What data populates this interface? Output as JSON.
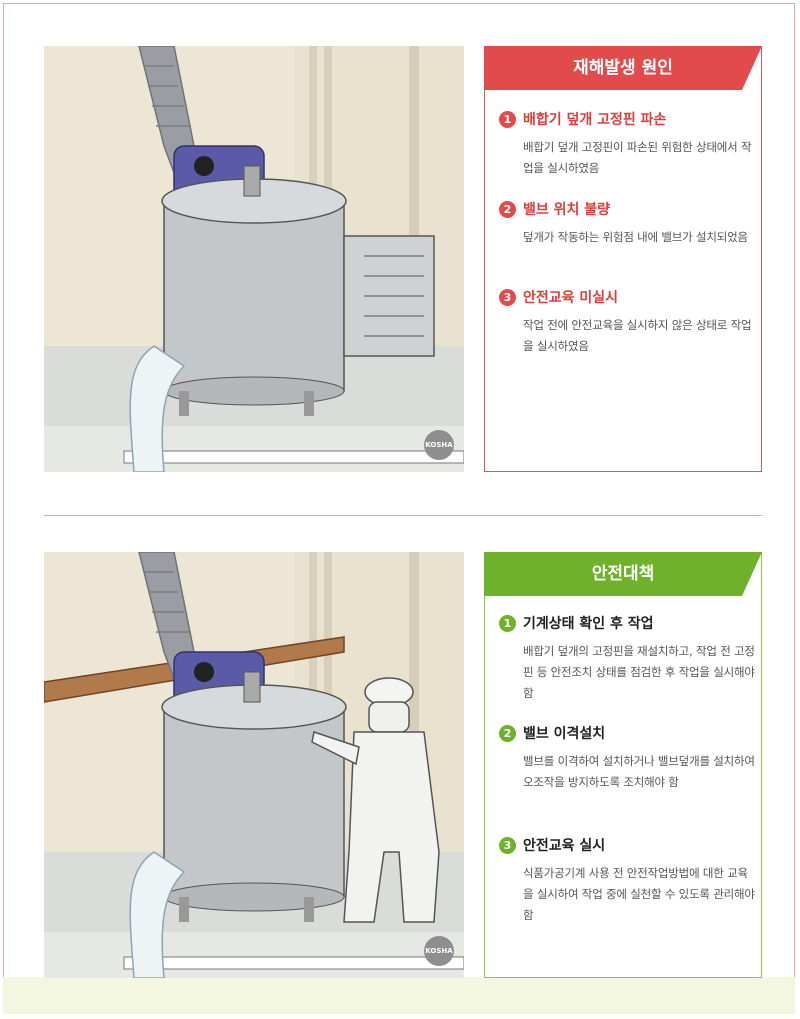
{
  "cause_panel": {
    "title": "재해발생 원인",
    "items": [
      {
        "num": "1",
        "heading": "배합기 덮개 고정핀 파손",
        "desc": "배합기 덮개 고정핀이 파손된 위험한 상태에서 작업을 실시하였음"
      },
      {
        "num": "2",
        "heading": "밸브 위치 불량",
        "desc": "덮개가 작동하는 위험점 내에 밸브가 설치되었음"
      },
      {
        "num": "3",
        "heading": "안전교육 미실시",
        "desc": "작업 전에 안전교육을 실시하지 않은 상태로 작업을 실시하였음"
      }
    ]
  },
  "measure_panel": {
    "title": "안전대책",
    "items": [
      {
        "num": "1",
        "heading": "기계상태 확인 후 작업",
        "desc": "배합기 덮개의 고정핀을 재설치하고, 작업 전 고정핀 등 안전조치 상태를 점검한 후 작업을 실시해야 함"
      },
      {
        "num": "2",
        "heading": "밸브 이격설치",
        "desc": "밸브를 이격하여 설치하거나 밸브덮개를 설치하여 오조작을 방지하도록 조치해야 함"
      },
      {
        "num": "3",
        "heading": "안전교육 실시",
        "desc": "식품가공기계 사용 전 안전작업방법에 대한 교육을 실시하여 작업 중에 실천할 수 있도록 관리해야 함"
      }
    ]
  },
  "logo_text": "KOSHA",
  "colors": {
    "cause_accent": "#e24b4b",
    "measure_accent": "#6fb12b",
    "divider": "#e7a3a3"
  }
}
